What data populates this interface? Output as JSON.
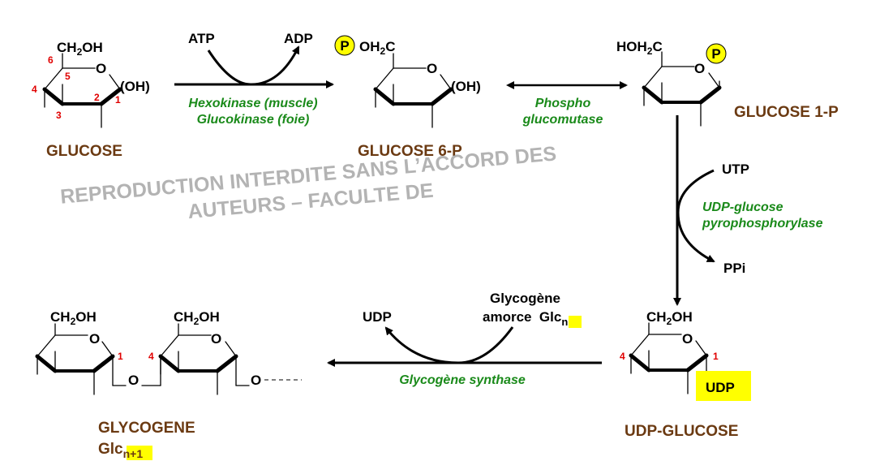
{
  "colors": {
    "compound_name": "#6b3a12",
    "enzyme": "#1a8a1a",
    "carbon_number": "#e00000",
    "highlight": "#ffff00"
  },
  "glucose": {
    "name": "GLUCOSE",
    "ch2oh": "CH",
    "sub2": "2",
    "oh": "OH",
    "ring_o": "O",
    "c1": "(OH)",
    "numbers": [
      "1",
      "2",
      "3",
      "4",
      "5",
      "6"
    ]
  },
  "step1": {
    "in": "ATP",
    "out": "ADP",
    "enzyme_line1": "Hexokinase (muscle)",
    "enzyme_line2": "Glucokinase (foie)"
  },
  "g6p": {
    "name": "GLUCOSE 6-P",
    "phosphate": "P",
    "oh2c": "OH",
    "sub2": "2",
    "c": "C",
    "ring_o": "O",
    "c1": "(OH)"
  },
  "step2": {
    "enzyme_line1": "Phospho",
    "enzyme_line2": "glucomutase"
  },
  "g1p": {
    "name": "GLUCOSE 1-P",
    "hoh2c": "HOH",
    "sub2": "2",
    "c": "C",
    "ring_o": "O",
    "phosphate": "P"
  },
  "step3": {
    "in": "UTP",
    "out": "PPi",
    "enzyme_line1": "UDP-glucose",
    "enzyme_line2": "pyrophosphorylase"
  },
  "udpglucose": {
    "name": "UDP-GLUCOSE",
    "ch2oh": "CH",
    "sub2": "2",
    "oh": "OH",
    "ring_o": "O",
    "udp": "UDP",
    "num1": "1",
    "num4": "4"
  },
  "step4": {
    "out": "UDP",
    "in_line1": "Glycogène",
    "in_line2": "amorce  Glc",
    "in_sub": "n",
    "enzyme": "Glycogène synthase"
  },
  "glycogen": {
    "name": "GLYCOGENE",
    "glc": "Glc",
    "sub": "n+1",
    "ch2oh": "CH",
    "sub2": "2",
    "oh": "OH",
    "ring_o": "O",
    "link_o": "O",
    "num1": "1",
    "num4": "4"
  },
  "watermark": "REPRODUCTION INTERDITE SANS L’ACCORD DES AUTEURS – FACULTE DE"
}
